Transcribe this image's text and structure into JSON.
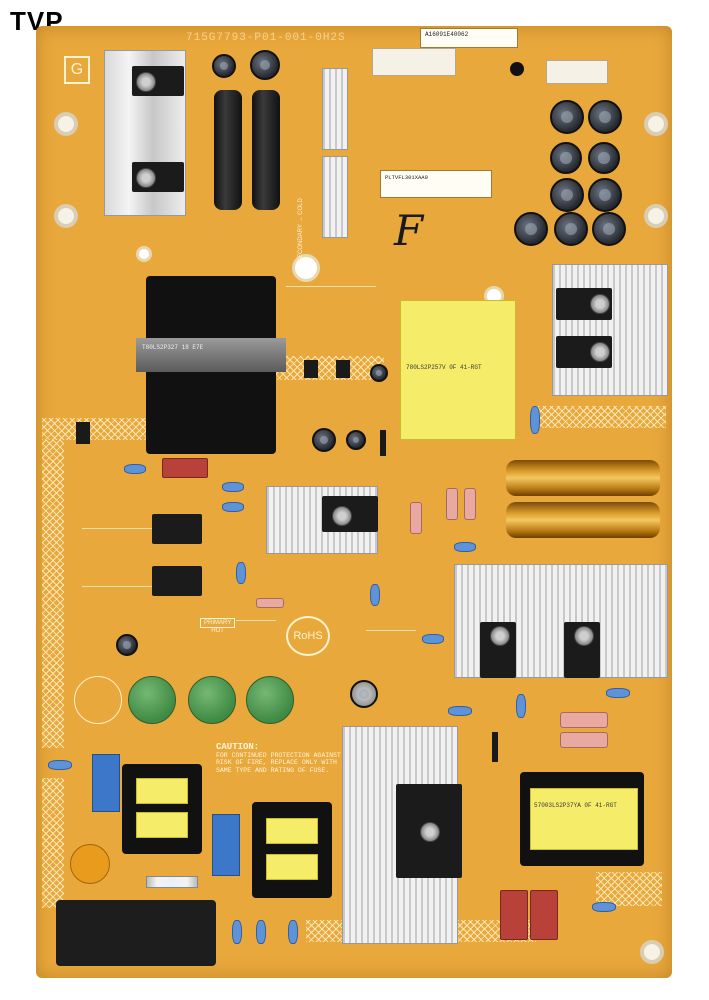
{
  "watermark": {
    "brand": "TVP"
  },
  "board": {
    "part_number": "715G7793-P01-001-0H2S",
    "grade_mark": "G",
    "handwritten_mark": "F",
    "barcode_sticker": "A16091E40062",
    "white_label": "PLTVFL301XAA9",
    "rohs_label": "RoHS",
    "primary_label": "PRIMARY",
    "hot_label": "HOT",
    "secondary_label": "SECONDARY → COLD",
    "caution": {
      "title": "CAUTION:",
      "body": "FOR CONTINUED PROTECTION AGAINST RISK OF FIRE, REPLACE ONLY WITH SAME TYPE AND RATING OF FUSE."
    },
    "transformer_main": "T80LS2P327 18 E7E",
    "transformer_yellow": "780LS2P257V 0F 41-RGT",
    "transformer_bottom": "57003LS2P37YA 0F 41-RGT"
  }
}
